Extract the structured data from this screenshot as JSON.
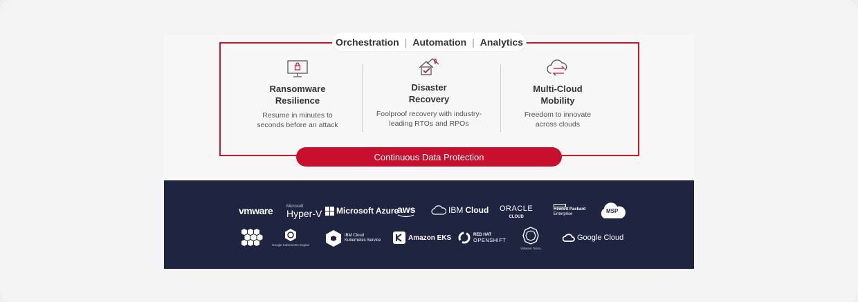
{
  "header": {
    "items": [
      "Orchestration",
      "Automation",
      "Analytics"
    ],
    "separator": "|"
  },
  "columns": [
    {
      "icon": "monitor-lock-icon",
      "title_line1": "Ransomware",
      "title_line2": "Resilience",
      "desc_line1": "Resume in minutes to",
      "desc_line2": "seconds before an attack"
    },
    {
      "icon": "house-check-icon",
      "title_line1": "Disaster",
      "title_line2": "Recovery",
      "desc_line1": "Foolproof recovery with industry-",
      "desc_line2": "leading RTOs and RPOs"
    },
    {
      "icon": "cloud-arrows-icon",
      "title_line1": "Multi-Cloud",
      "title_line2": "Mobility",
      "desc_line1": "Freedom to innovate",
      "desc_line2": "across clouds"
    }
  ],
  "footer": {
    "label": "Continuous Data Protection"
  },
  "logos": {
    "vmware": "vmware",
    "hyperv_small": "Microsoft",
    "hyperv": "Hyper-V",
    "azure": "Microsoft Azure",
    "aws": "aws",
    "ibm_cloud_brand": "IBM",
    "ibm_cloud": "Cloud",
    "oracle": "ORACLE",
    "oracle_cloud": "CLOUD",
    "hpe_line1": "Hewlett Packard",
    "hpe_line2": "Enterprise",
    "msp": "MSP",
    "gke": "Google Kubernetes Engine",
    "ibm_k8s_line1": "IBM Cloud",
    "ibm_k8s_line2": "Kubernetes Service",
    "amazon_eks": "Amazon EKS",
    "openshift_line1": "RED HAT",
    "openshift_line2": "OPENSHIFT",
    "tanzu": "VMware Tanzu",
    "google_cloud": "Google Cloud"
  },
  "colors": {
    "accent_red": "#c8102e",
    "navy": "#1f2440"
  }
}
